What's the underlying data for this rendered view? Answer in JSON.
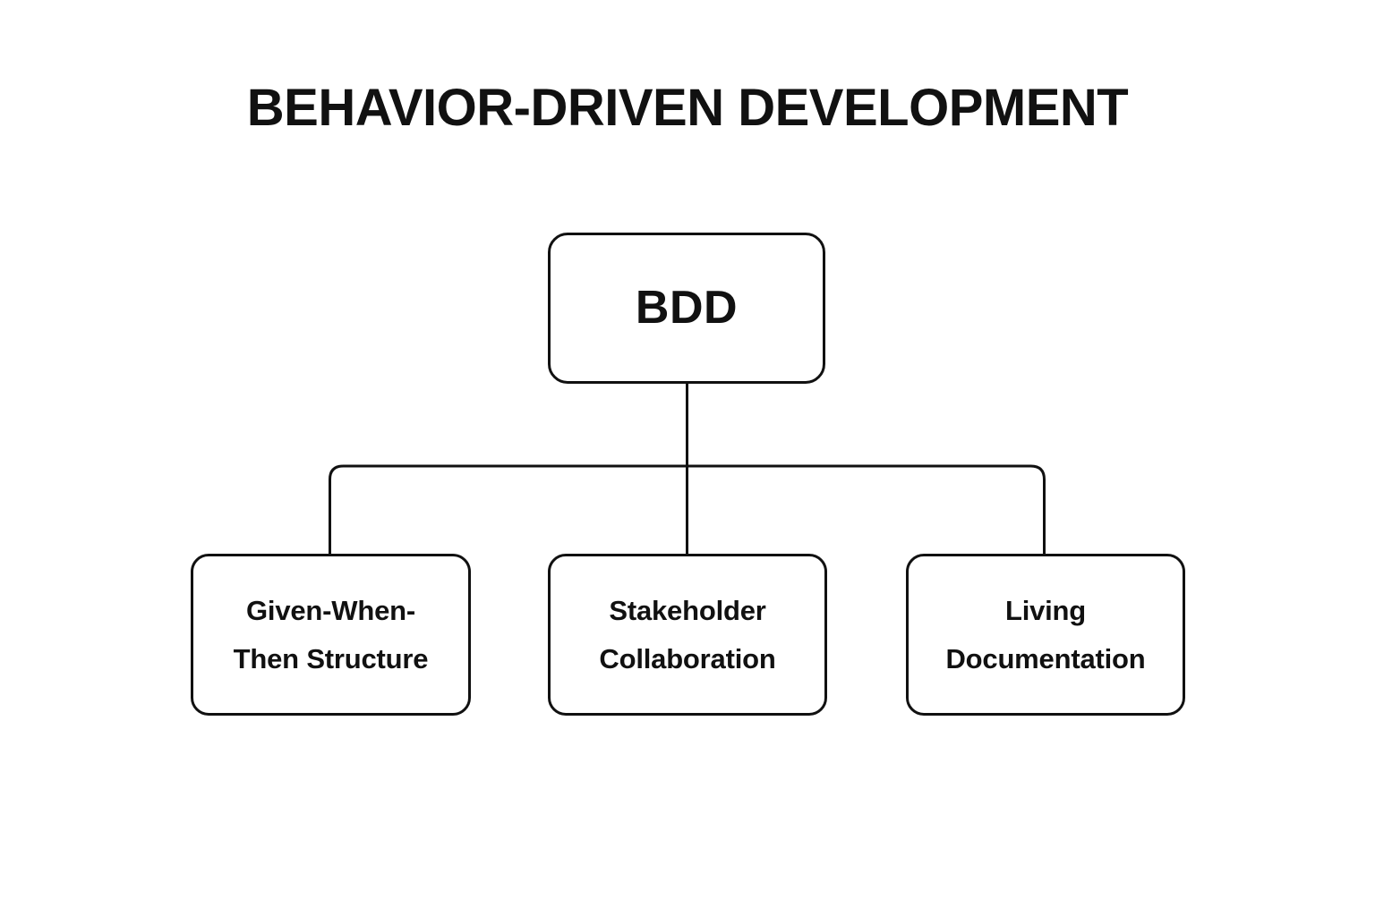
{
  "page": {
    "title": "BEHAVIOR-DRIVEN DEVELOPMENT",
    "background_color": "#ffffff",
    "stroke_color": "#111111",
    "text_color": "#111111"
  },
  "diagram": {
    "type": "hierarchy-tree",
    "root": {
      "id": "bdd",
      "label": "BDD"
    },
    "children": [
      {
        "id": "given-when-then",
        "label": "Given-When-\nThen Structure"
      },
      {
        "id": "stakeholder-collaboration",
        "label": "Stakeholder\nCollaboration"
      },
      {
        "id": "living-documentation",
        "label": "Living\nDocumentation"
      }
    ]
  }
}
